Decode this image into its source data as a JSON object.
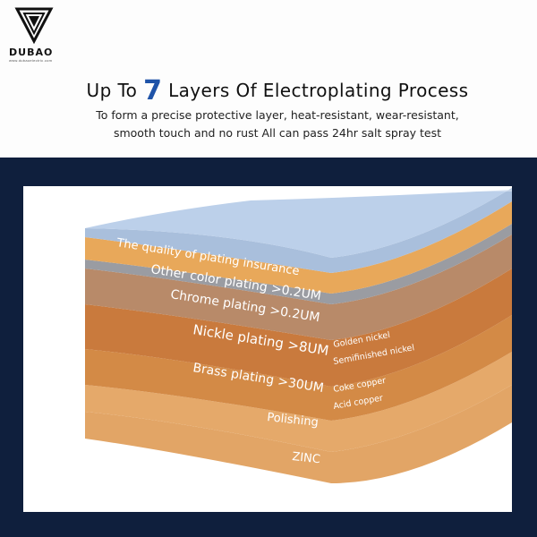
{
  "brand": {
    "logo_text": "DUBAO",
    "logo_subtext": "www.dubaoelectric.com"
  },
  "headline": {
    "prefix": "Up To ",
    "number": "7",
    "suffix": " Layers Of Electroplating Process"
  },
  "subheadline": {
    "line1": "To form a precise protective layer, heat-resistant, wear-resistant,",
    "line2": "smooth touch and no rust All can pass 24hr salt spray test"
  },
  "layers": [
    {
      "label": "The quality of plating insurance",
      "color": "#a9bfdc"
    },
    {
      "label": "Other color plating >0.2UM",
      "color": "#e8a85a"
    },
    {
      "label": "Chrome plating >0.2UM",
      "color": "#9a9ca2"
    },
    {
      "label": "Nickle plating >8UM",
      "color": "#c97a3d",
      "notes": [
        "Golden nickel",
        "Semifinished nickel"
      ]
    },
    {
      "label": "Brass plating >30UM",
      "color": "#d0853f",
      "notes": [
        "Coke copper",
        "Acid copper"
      ]
    },
    {
      "label": "Polishing",
      "color": "#e0a25e"
    },
    {
      "label": "ZINC",
      "color": "#e2a566"
    }
  ]
}
